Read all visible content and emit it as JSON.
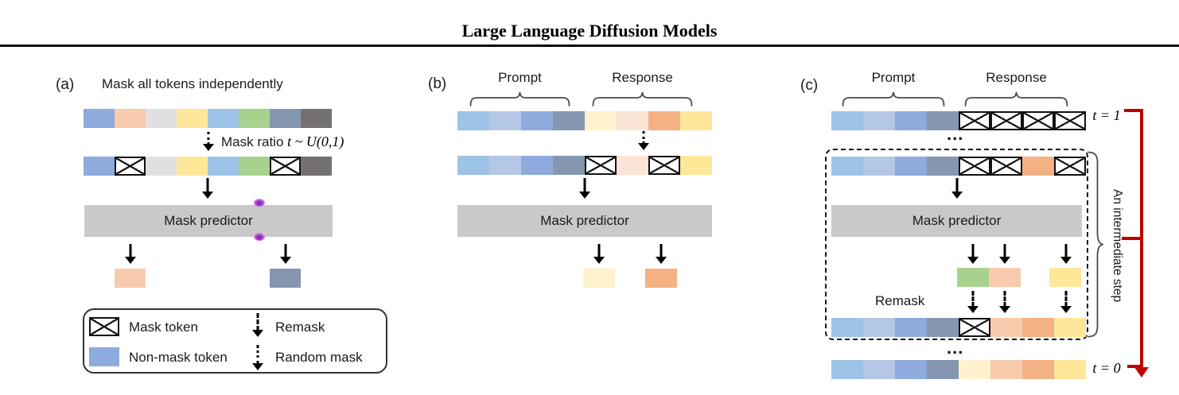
{
  "header": {
    "title": "Large Language Diffusion Models"
  },
  "labels": {
    "mask_predictor": "Mask predictor",
    "prompt": "Prompt",
    "response": "Response"
  },
  "panel_a": {
    "tag": "(a)",
    "caption": "Mask all tokens independently",
    "mask_ratio_prefix": "Mask ratio",
    "mask_ratio_math": "t ~ U(0,1)",
    "tokens_clean": [
      "#8FAADC",
      "#F8CBAD",
      "#E0E0E0",
      "#FFE699",
      "#9DC3E6",
      "#A9D18E",
      "#8496B0",
      "#767171"
    ],
    "tokens_masked": [
      "#8FAADC",
      "MASK",
      "#E0E0E0",
      "#FFE699",
      "#9DC3E6",
      "#A9D18E",
      "MASK",
      "#767171"
    ],
    "predicted_left": "#F8CBAD",
    "predicted_right": "#8496B0"
  },
  "legend": {
    "mask_icon": "MASK",
    "mask_token": "Mask token",
    "non_mask_color": "#8FAADC",
    "non_mask_token": "Non-mask token",
    "remask": "Remask",
    "random_mask": "Random mask"
  },
  "panel_b": {
    "tag": "(b)",
    "tokens_clean": [
      "#9DC3E6",
      "#B4C7E7",
      "#8FAADC",
      "#8496B0",
      "#FFF2CC",
      "#FBE5D6",
      "#F4B183",
      "#FFE699"
    ],
    "tokens_masked": [
      "#9DC3E6",
      "#B4C7E7",
      "#8FAADC",
      "#8496B0",
      "MASK",
      "#FBE5D6",
      "MASK",
      "#FFE699"
    ],
    "predicted_left": "#FFF2CC",
    "predicted_right": "#F4B183"
  },
  "panel_c": {
    "tag": "(c)",
    "t_start": "t = 1",
    "t_end": "t = 0",
    "ellipsis_top": "...",
    "ellipsis_bottom": "...",
    "remask": "Remask",
    "intermediate": "An intermediate step",
    "tokens_t1": [
      "#9DC3E6",
      "#B4C7E7",
      "#8FAADC",
      "#8496B0",
      "MASK",
      "MASK",
      "MASK",
      "MASK"
    ],
    "tokens_step_in": [
      "#9DC3E6",
      "#B4C7E7",
      "#8FAADC",
      "#8496B0",
      "MASK",
      "MASK",
      "#F4B183",
      "MASK"
    ],
    "predictions": [
      "#A9D18E",
      "#F8CBAD",
      "#FFE699"
    ],
    "tokens_step_out": [
      "#9DC3E6",
      "#B4C7E7",
      "#8FAADC",
      "#8496B0",
      "MASK",
      "#F8CBAD",
      "#F4B183",
      "#FFE699"
    ],
    "tokens_t0": [
      "#9DC3E6",
      "#B4C7E7",
      "#8FAADC",
      "#8496B0",
      "#FFF2CC",
      "#F8CBAD",
      "#F4B183",
      "#FFE699"
    ]
  },
  "colors": {
    "timeline_red": "#C00000",
    "predictor_gray": "#C9C9C9",
    "prompt_palette": [
      "#9DC3E6",
      "#B4C7E7",
      "#8FAADC",
      "#8496B0"
    ],
    "response_palette": [
      "#FFF2CC",
      "#F8CBAD",
      "#F4B183",
      "#FFE699"
    ]
  }
}
